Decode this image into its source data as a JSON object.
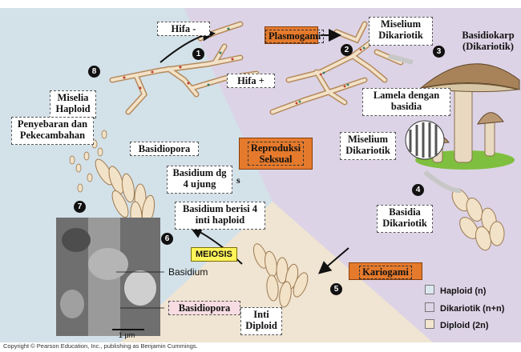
{
  "labels": {
    "hifa_minus": "Hifa -",
    "hifa_plus": "Hifa +",
    "plasmogami": "Plasmogami",
    "miselium_dikariotik_top_l1": "Miselium",
    "miselium_dikariotik_top_l2": "Dikariotik",
    "basidiokarp_l1": "Basidiokarp",
    "basidiokarp_l2": "(Dikariotik)",
    "lamela_l1": "Lamela dengan",
    "lamela_l2": "basidia",
    "miselia_haploid_l1": "Miselia",
    "miselia_haploid_l2": "Haploid",
    "penyebaran_l1": "Penyebaran dan",
    "penyebaran_l2": "Pekecambahan",
    "basidiopora_top": "Basidiopora",
    "reproduksi_l1": "Reproduksi",
    "reproduksi_l2": "Seksual",
    "miselium_dikariotik_mid_l1": "Miselium",
    "miselium_dikariotik_mid_l2": "Dikariotik",
    "basidium_dg_l1": "Basidium dg",
    "basidium_dg_l2": "4 ujung",
    "basidium_dg_suffix": "s",
    "basidium_berisi_l1": "Basidium berisi 4",
    "basidium_berisi_l2": "inti haploid",
    "basidia_dik_l1": "Basidia",
    "basidia_dik_l2": "Dikariotik",
    "meiosis": "MEIOSIS",
    "kariogami": "Kariogami",
    "basidium_micro": "Basidium",
    "basidiopora_bottom": "Basidiopora",
    "inti_diploid_l1": "Inti",
    "inti_diploid_l2": "Diploid",
    "scale": "1 μm"
  },
  "steps": [
    "1",
    "2",
    "3",
    "4",
    "5",
    "6",
    "7",
    "8"
  ],
  "legend": [
    {
      "label": "Haploid (n)",
      "color": "#dce8ef"
    },
    {
      "label": "Dikariotik (n+n)",
      "color": "#ddd4e6"
    },
    {
      "label": "Diploid (2n)",
      "color": "#f3e6d0"
    }
  ],
  "colors": {
    "haploid_region": "#d3e1e9",
    "dikaryotic_region": "#ddd3e6",
    "diploid_region": "#f0e4d2",
    "orange_box": "#e57a2c",
    "meiosis_box": "#fff45a"
  },
  "copyright": "Copyright © Pearson Education, Inc., publishing as Benjamin Cummings."
}
